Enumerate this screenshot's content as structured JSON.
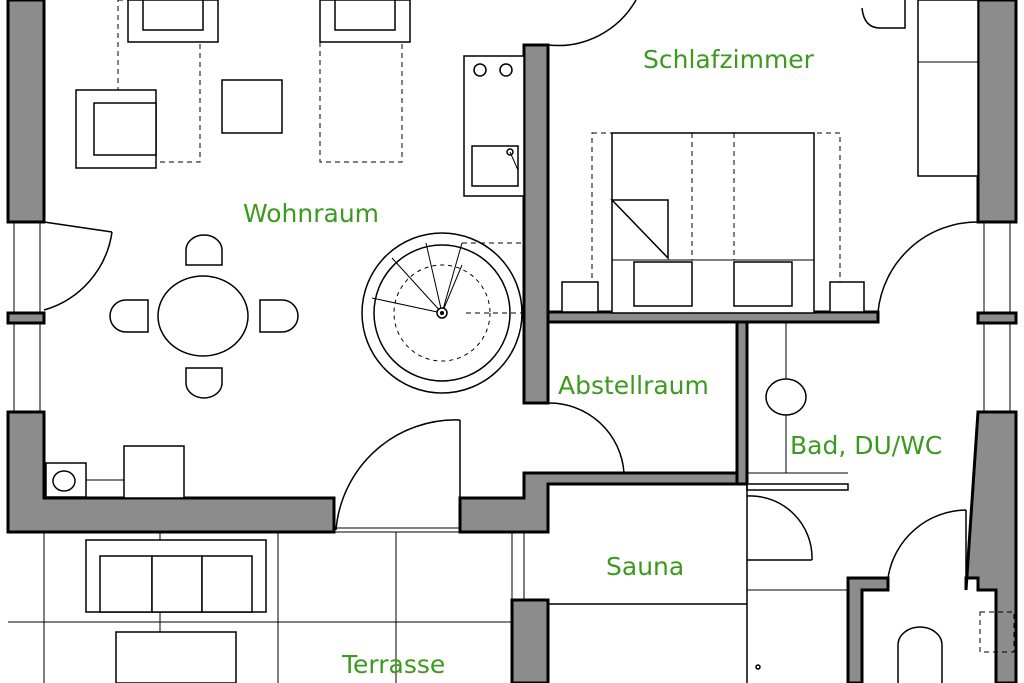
{
  "rooms": {
    "schlafzimmer": "Schlafzimmer",
    "wohnraum": "Wohnraum",
    "abstellraum": "Abstellraum",
    "bad": "Bad, DU/WC",
    "sauna": "Sauna",
    "terrasse": "Terrasse"
  },
  "colors": {
    "label": "#3c9a1e",
    "wall_fill": "#8c8c8c",
    "line": "#000000",
    "background": "#ffffff"
  }
}
